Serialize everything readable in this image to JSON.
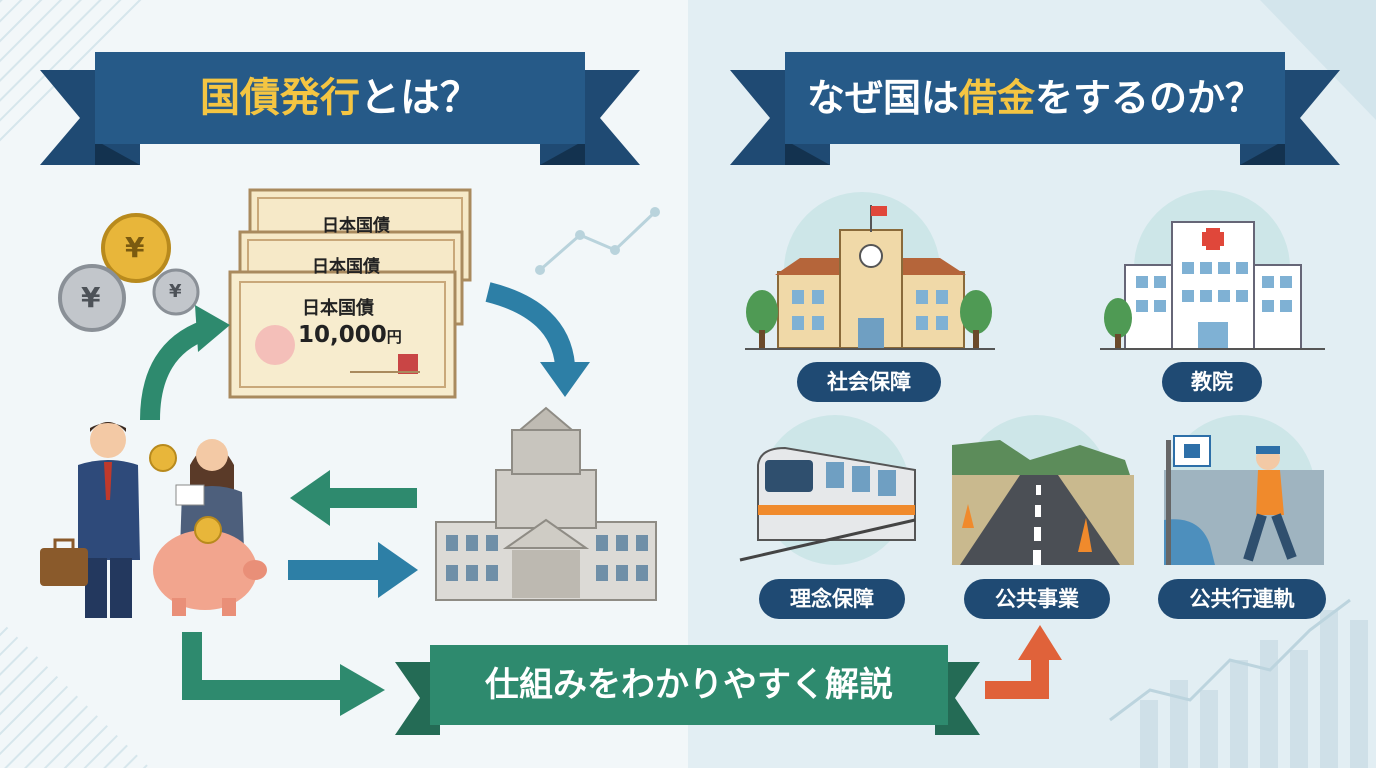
{
  "left_title": {
    "highlight": "国債発行",
    "rest": "とは？"
  },
  "right_title": {
    "pre": "なぜ国は",
    "highlight": "借金",
    "post": "をするのか？"
  },
  "bond": {
    "name": "日本国債",
    "amount": "10,000",
    "currency": "円"
  },
  "categories": [
    "社会保障",
    "教院",
    "理念保障",
    "公共事業",
    "公共行連軌"
  ],
  "bottom_banner": "仕組みをわかりやすく解説",
  "coin_symbol": "¥",
  "colors": {
    "navy": "#1f4a73",
    "teal": "#2e8a6e",
    "gold": "#f4c542",
    "orange": "#e0623a",
    "blue_arrow": "#2d7fa6"
  }
}
